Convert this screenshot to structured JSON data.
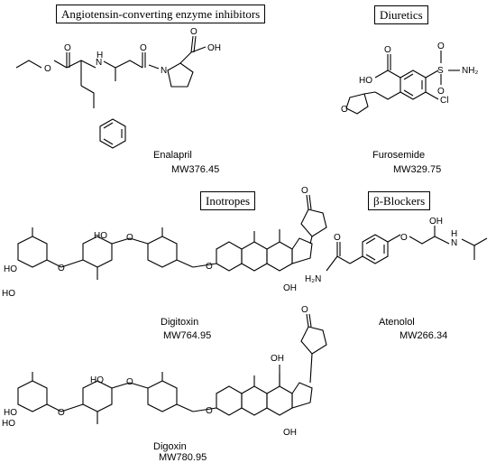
{
  "categories": {
    "ace": "Angiotensin-converting enzyme inhibitors",
    "diuretics": "Diuretics",
    "inotropes": "Inotropes",
    "beta_blockers": "β-Blockers"
  },
  "compounds": {
    "enalapril": {
      "name": "Enalapril",
      "mw": "MW376.45"
    },
    "furosemide": {
      "name": "Furosemide",
      "mw": "MW329.75"
    },
    "digitoxin": {
      "name": "Digitoxin",
      "mw": "MW764.95"
    },
    "atenolol": {
      "name": "Atenolol",
      "mw": "MW266.34"
    },
    "digoxin": {
      "name": "Digoxin",
      "mw": "MW780.95"
    }
  },
  "atoms": {
    "oh": "OH",
    "ho": "HO",
    "o": "O",
    "n": "N",
    "h": "H",
    "cl": "Cl",
    "nh2": "NH₂",
    "h2n": "H₂N",
    "s": "S"
  }
}
